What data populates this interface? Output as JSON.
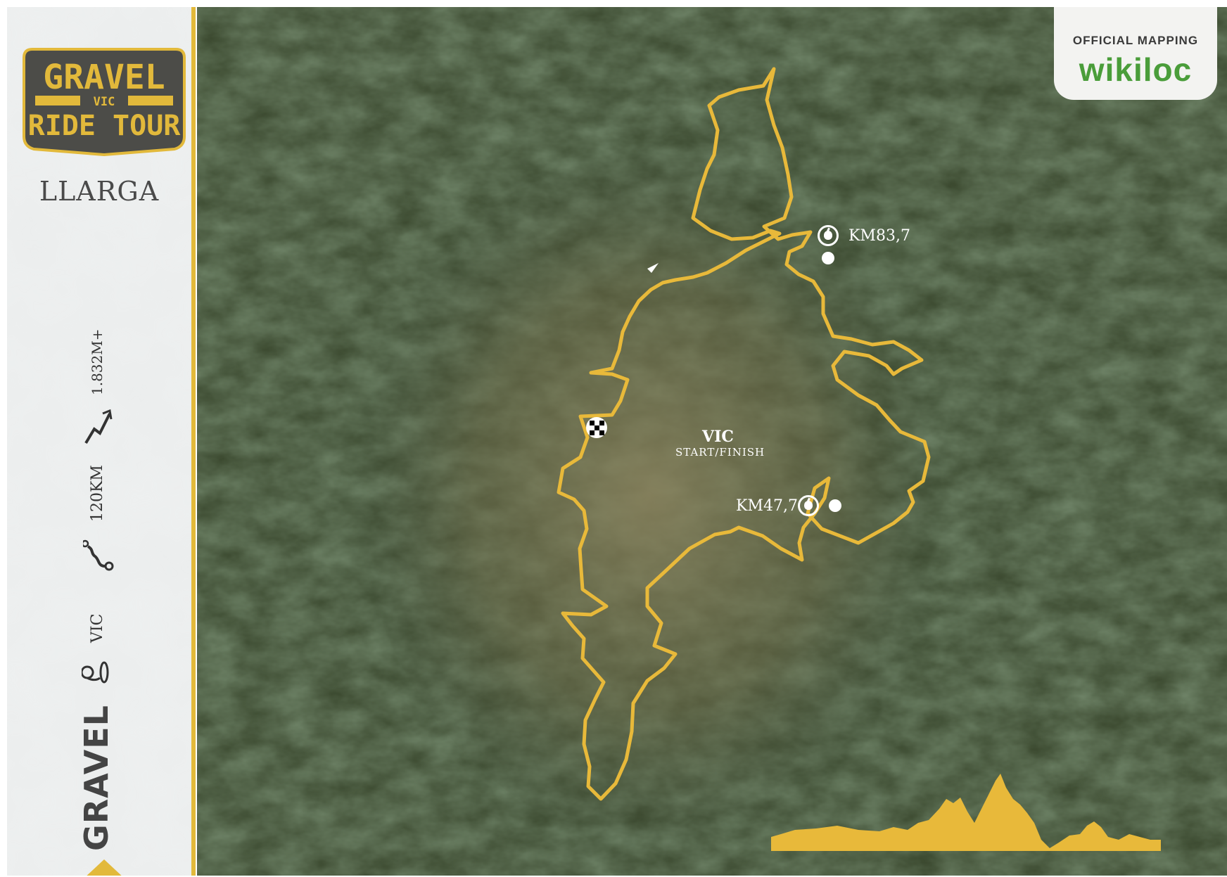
{
  "sidebar": {
    "logo": {
      "line1": "GRAVEL",
      "line2": "VIC",
      "line3": "RIDE TOUR"
    },
    "subtitle": "LLARGA",
    "category": "GRAVEL",
    "start_location": "VIC",
    "distance": "120KM",
    "elevation": "1.832M+",
    "icons": [
      "location-pin-icon",
      "route-icon",
      "elevation-icon"
    ]
  },
  "badge": {
    "top": "OFFICIAL MAPPING",
    "brand": "wikiloc"
  },
  "map": {
    "labels": {
      "km_north": "KM83,7",
      "km_south": "KM47,7",
      "city": "VIC",
      "city_sub": "START/FINISH"
    },
    "colors": {
      "route": "#e8b93a",
      "sidebar_accent": "#e2b93b",
      "brand_green": "#4a9d3a"
    }
  }
}
